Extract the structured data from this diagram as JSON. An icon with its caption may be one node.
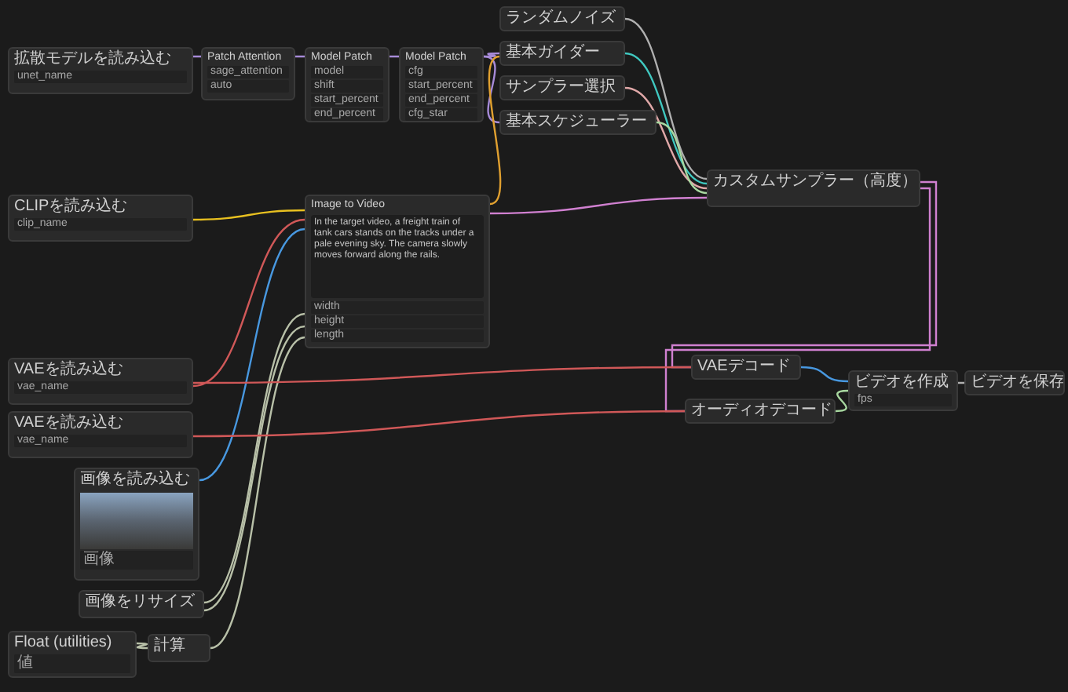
{
  "diagram": {
    "nodes": [
      {
        "text": [
          "拡散モデルを読み込む",
          "unet_name"
        ]
      },
      {
        "text": [
          "Patch Attention",
          "sage_attention",
          "auto"
        ]
      },
      {
        "text": [
          "Model Patch",
          "model",
          "shift",
          "start_percent",
          "end_percent"
        ]
      },
      {
        "text": [
          "Model Patch",
          "cfg",
          "start_percent",
          "end_percent",
          "cfg_star"
        ]
      },
      {
        "text": [
          "ランダムノイズ"
        ]
      },
      {
        "text": [
          "基本ガイダー"
        ]
      },
      {
        "text": [
          "サンプラー選択"
        ]
      },
      {
        "text": [
          "基本スケジューラー"
        ]
      },
      {
        "text": [
          "カスタムサンプラー（高度）"
        ]
      },
      {
        "text": [
          "CLIPを読み込む",
          "clip_name"
        ]
      },
      {
        "text": [
          "Image to Video",
          "In the target video, a freight train of tank cars stands on the tracks under a pale evening sky. The camera slowly moves forward along the rails.",
          "width",
          "height",
          "length"
        ]
      },
      {
        "text": [
          "VAEを読み込む",
          "vae_name"
        ]
      },
      {
        "text": [
          "VAEを読み込む",
          "vae_name"
        ]
      },
      {
        "text": [
          "画像を読み込む",
          "画像"
        ]
      },
      {
        "text": [
          "画像をリサイズ"
        ]
      },
      {
        "text": [
          "Float (utilities)",
          "値"
        ]
      },
      {
        "text": [
          "計算"
        ]
      },
      {
        "text": [
          "VAEデコード"
        ]
      },
      {
        "text": [
          "オーディオデコード"
        ]
      },
      {
        "text": [
          "ビデオを作成",
          "fps"
        ]
      },
      {
        "text": [
          "ビデオを保存"
        ]
      }
    ],
    "edges": [
      {
        "from": 0,
        "to": 1,
        "arrow": "none",
        "color": "#a78bd8"
      },
      {
        "from": 1,
        "to": 2,
        "arrow": "none",
        "color": "#a78bd8"
      },
      {
        "from": 2,
        "to": 3,
        "arrow": "none",
        "color": "#a78bd8"
      },
      {
        "from": 3,
        "to": 5,
        "arrow": "none",
        "color": "#a78bd8"
      },
      {
        "from": 3,
        "to": 7,
        "arrow": "none",
        "color": "#a78bd8"
      },
      {
        "from": 10,
        "to": 5,
        "arrow": "none",
        "color": "#e0a030"
      },
      {
        "from": 4,
        "to": 8,
        "arrow": "none",
        "color": "#b0b0b0"
      },
      {
        "from": 5,
        "to": 8,
        "arrow": "none",
        "color": "#40c8c0"
      },
      {
        "from": 6,
        "to": 8,
        "arrow": "none",
        "color": "#e0a8a8"
      },
      {
        "from": 7,
        "to": 8,
        "arrow": "none",
        "color": "#a8d8a0"
      },
      {
        "from": 10,
        "to": 8,
        "arrow": "none",
        "color": "#d080d0"
      },
      {
        "from": 9,
        "to": 10,
        "arrow": "none",
        "color": "#e8c020"
      },
      {
        "from": 11,
        "to": 10,
        "arrow": "none",
        "color": "#d05858"
      },
      {
        "from": 13,
        "to": 10,
        "arrow": "none",
        "color": "#4898e0"
      },
      {
        "from": 14,
        "to": 10,
        "arrow": "none",
        "color": "#b8c0a8"
      },
      {
        "from": 14,
        "to": 10,
        "arrow": "none",
        "color": "#b8c0a8"
      },
      {
        "from": 16,
        "to": 10,
        "arrow": "none",
        "color": "#b8c0a8"
      },
      {
        "from": 15,
        "to": 16,
        "arrow": "none",
        "color": "#b8c0a8"
      },
      {
        "from": 8,
        "to": 17,
        "arrow": "none",
        "color": "#d080d0"
      },
      {
        "from": 8,
        "to": 18,
        "arrow": "none",
        "color": "#d080d0"
      },
      {
        "from": 11,
        "to": 17,
        "arrow": "none",
        "color": "#d05858"
      },
      {
        "from": 12,
        "to": 18,
        "arrow": "none",
        "color": "#d05858"
      },
      {
        "from": 17,
        "to": 19,
        "arrow": "none",
        "color": "#4898e0"
      },
      {
        "from": 18,
        "to": 19,
        "arrow": "none",
        "color": "#a8d8a0"
      },
      {
        "from": 19,
        "to": 20,
        "arrow": "none",
        "color": "#b0b0b0"
      }
    ]
  }
}
